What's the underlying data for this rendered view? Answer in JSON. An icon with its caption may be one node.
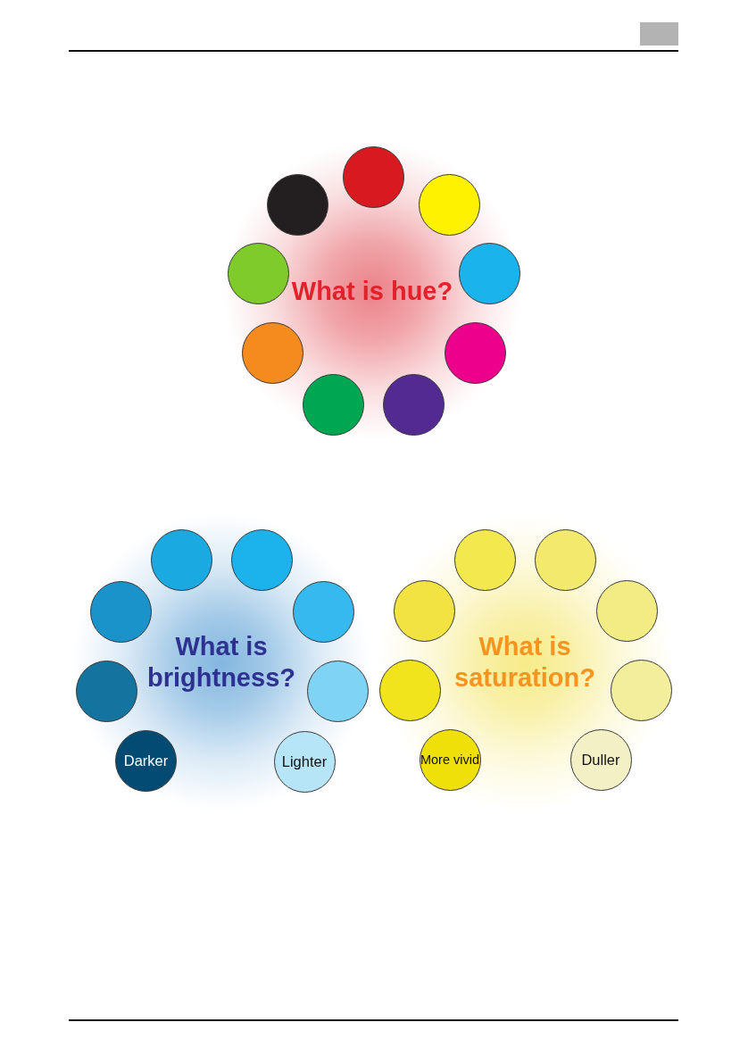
{
  "diagram": {
    "nodes": [
      {
        "text": [
          "What is hue?"
        ]
      },
      {
        "text": [],
        "shape": "circle",
        "in": 0
      },
      {
        "text": [],
        "shape": "circle",
        "in": 0
      },
      {
        "text": [],
        "shape": "circle",
        "in": 0
      },
      {
        "text": [],
        "shape": "circle",
        "in": 0
      },
      {
        "text": [],
        "shape": "circle",
        "in": 0
      },
      {
        "text": [],
        "shape": "circle",
        "in": 0
      },
      {
        "text": [],
        "shape": "circle",
        "in": 0
      },
      {
        "text": [],
        "shape": "circle",
        "in": 0
      },
      {
        "text": [],
        "shape": "circle",
        "in": 0
      },
      {
        "text": [
          "What is brightness?"
        ]
      },
      {
        "text": [],
        "shape": "circle",
        "in": 10
      },
      {
        "text": [],
        "shape": "circle",
        "in": 10
      },
      {
        "text": [],
        "shape": "circle",
        "in": 10
      },
      {
        "text": [],
        "shape": "circle",
        "in": 10
      },
      {
        "text": [],
        "shape": "circle",
        "in": 10
      },
      {
        "text": [],
        "shape": "circle",
        "in": 10
      },
      {
        "text": [
          "Darker"
        ],
        "in": 10
      },
      {
        "text": [
          "Lighter"
        ],
        "in": 10
      },
      {
        "text": [
          "What is saturation?"
        ]
      },
      {
        "text": [],
        "shape": "circle",
        "in": 19
      },
      {
        "text": [],
        "shape": "circle",
        "in": 19
      },
      {
        "text": [],
        "shape": "circle",
        "in": 19
      },
      {
        "text": [],
        "shape": "circle",
        "in": 19
      },
      {
        "text": [],
        "shape": "circle",
        "in": 19
      },
      {
        "text": [],
        "shape": "circle",
        "in": 19
      },
      {
        "text": [
          "More vivid"
        ],
        "in": 19
      },
      {
        "text": [
          "Duller"
        ],
        "in": 19
      }
    ]
  }
}
